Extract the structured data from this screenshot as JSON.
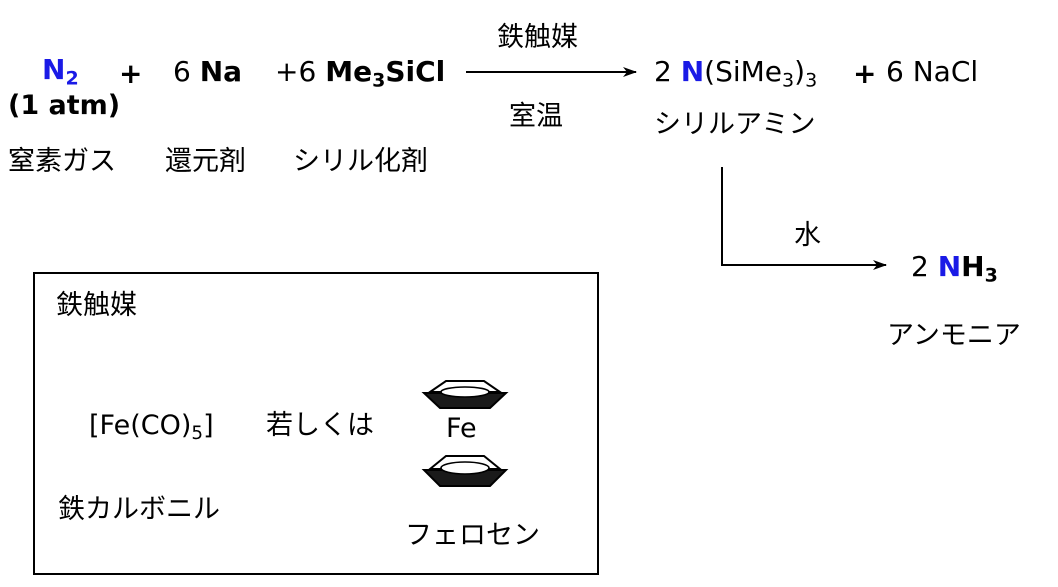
{
  "reaction": {
    "n2": "N",
    "n2_sub": "2",
    "plus1": "+",
    "na_coef": "6",
    "na": "Na",
    "plus2": "+",
    "tmscl_coef": "6",
    "tmscl_a": "Me",
    "tmscl_sub": "3",
    "tmscl_b": "SiCl",
    "pressure": "(1 atm)",
    "catalyst_label": "鉄触媒",
    "temperature": "室温",
    "prod_coef": "2",
    "prod_n": "N",
    "prod_a": "(SiMe",
    "prod_sub1": "3",
    "prod_b": ")",
    "prod_sub2": "3",
    "plus3": "+",
    "nacl": "6 NaCl",
    "label_nitrogen": "窒素ガス",
    "label_reducer": "還元剤",
    "label_silylating": "シリル化剤",
    "label_silylamine": "シリルアミン",
    "water": "水",
    "nh3_coef": "2",
    "nh3_n": "N",
    "nh3_h": "H",
    "nh3_sub": "3",
    "label_ammonia": "アンモニア"
  },
  "catalyst_box": {
    "title": "鉄触媒",
    "fe_co_a": "[Fe(CO)",
    "fe_co_sub": "5",
    "fe_co_b": "]",
    "or": "若しくは",
    "fe": "Fe",
    "label_carbonyl": "鉄カルボニル",
    "label_ferrocene": "フェロセン"
  },
  "colors": {
    "nitrogen": "#1a1ae6",
    "text": "#000000"
  }
}
